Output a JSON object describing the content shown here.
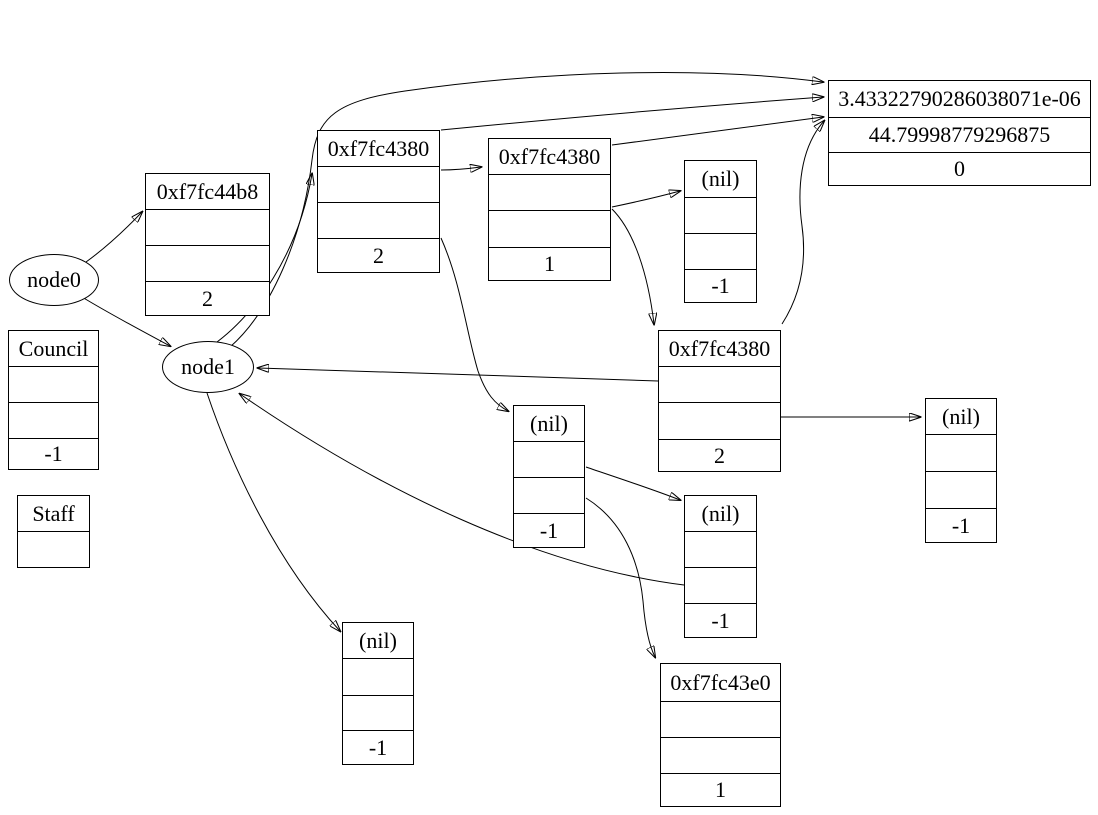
{
  "diagram_type": "memory-graph",
  "colors": {
    "background": "#ffffff",
    "stroke": "#000000",
    "text": "#000000"
  },
  "nodes": {
    "node0": {
      "label": "node0"
    },
    "node1": {
      "label": "node1"
    },
    "struct_44b8": {
      "title": "0xf7fc44b8",
      "field1": "",
      "field2": "",
      "value": "2"
    },
    "council": {
      "title": "Council",
      "field1": "",
      "field2": "",
      "value": "-1"
    },
    "staff": {
      "title": "Staff",
      "field1": ""
    },
    "struct_4380_a": {
      "title": "0xf7fc4380",
      "field1": "",
      "field2": "",
      "value": "2"
    },
    "struct_4380_b": {
      "title": "0xf7fc4380",
      "field1": "",
      "field2": "",
      "value": "1"
    },
    "struct_4380_c": {
      "title": "0xf7fc4380",
      "field1": "",
      "field2": "",
      "value": "2"
    },
    "struct_43e0": {
      "title": "0xf7fc43e0",
      "field1": "",
      "field2": "",
      "value": "1"
    },
    "nil_top": {
      "title": "(nil)",
      "field1": "",
      "field2": "",
      "value": "-1"
    },
    "nil_right": {
      "title": "(nil)",
      "field1": "",
      "field2": "",
      "value": "-1"
    },
    "nil_middle": {
      "title": "(nil)",
      "field1": "",
      "field2": "",
      "value": "-1"
    },
    "nil_bottom_mid": {
      "title": "(nil)",
      "field1": "",
      "field2": "",
      "value": "-1"
    },
    "nil_bottom_left": {
      "title": "(nil)",
      "field1": "",
      "field2": "",
      "value": "-1"
    },
    "value_box": {
      "row1": "3.43322790286038071e-06",
      "row2": "44.79998779296875",
      "row3": "0"
    }
  },
  "edges": [
    {
      "from": "node0",
      "to": "struct_44b8"
    },
    {
      "from": "node0",
      "to": "node1"
    },
    {
      "from": "node1",
      "to": "struct_4380_a"
    },
    {
      "from": "node1",
      "to": "value_box"
    },
    {
      "from": "node1",
      "to": "nil_bottom_left"
    },
    {
      "from": "struct_4380_a",
      "to": "value_box"
    },
    {
      "from": "struct_4380_a",
      "to": "struct_4380_b"
    },
    {
      "from": "struct_4380_a",
      "to": "nil_middle"
    },
    {
      "from": "struct_4380_b",
      "to": "value_box"
    },
    {
      "from": "struct_4380_b",
      "to": "nil_top"
    },
    {
      "from": "struct_4380_b",
      "to": "struct_4380_c"
    },
    {
      "from": "struct_4380_c",
      "to": "node1"
    },
    {
      "from": "struct_4380_c",
      "to": "nil_right"
    },
    {
      "from": "struct_4380_c",
      "to": "value_box"
    },
    {
      "from": "nil_middle",
      "to": "nil_bottom_mid"
    },
    {
      "from": "nil_middle",
      "to": "struct_43e0"
    },
    {
      "from": "nil_bottom_mid",
      "to": "node1"
    }
  ]
}
